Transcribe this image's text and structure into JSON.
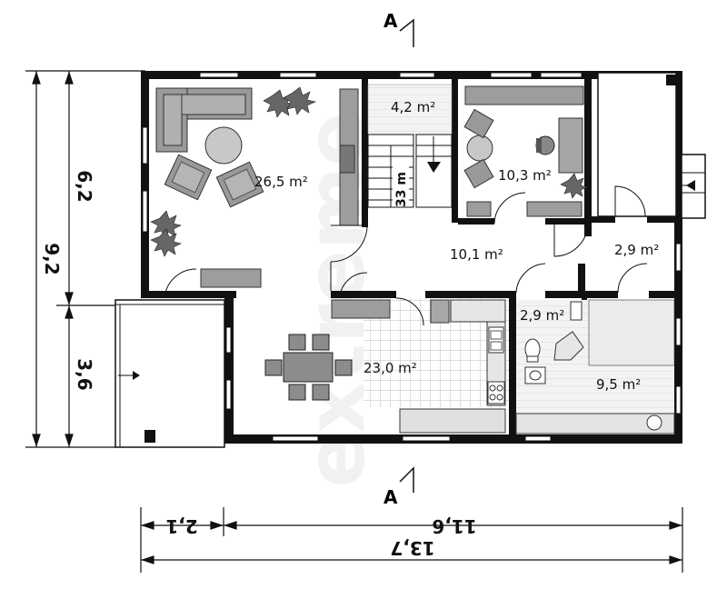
{
  "section_marker": "A",
  "rooms": {
    "living": "26,5 m²",
    "hall_top": "4,2 m²",
    "office": "10,3 m²",
    "corridor": "10,1 m²",
    "storage": "2,9 m²",
    "wc": "2,9 m²",
    "kitchen_dining": "23,0 m²",
    "bath": "9,5 m²"
  },
  "stair_label": "33 m",
  "dimensions": {
    "horizontal_total": "13,7",
    "horizontal_main": "11,6",
    "horizontal_left": "2,1",
    "vertical_total": "9,2",
    "vertical_upper": "6,2",
    "vertical_lower": "3,6"
  },
  "watermark": "extreme"
}
